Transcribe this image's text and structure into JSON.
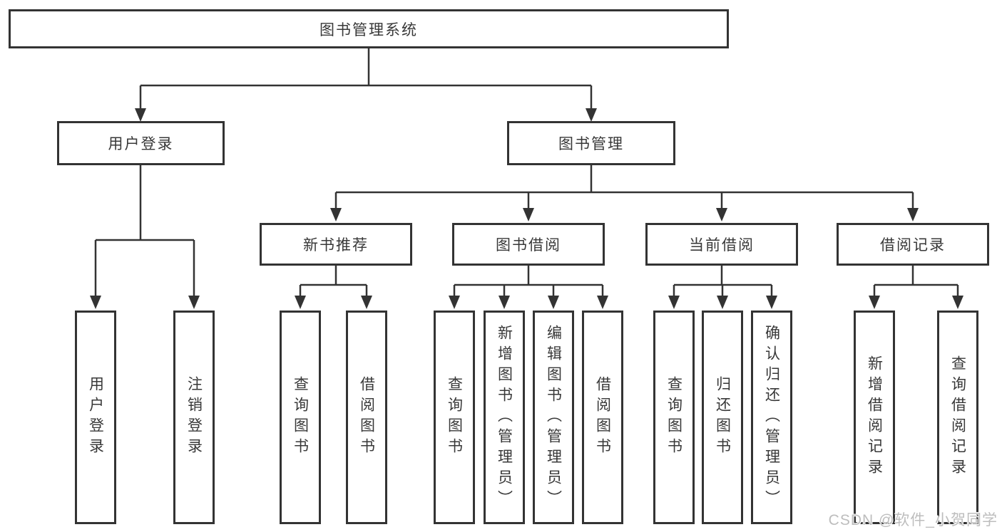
{
  "tree": {
    "root": {
      "label": "图书管理系统"
    },
    "children": [
      {
        "label": "用户登录",
        "children": [
          {
            "label": "用户登录"
          },
          {
            "label": "注销登录"
          }
        ]
      },
      {
        "label": "图书管理",
        "children": [
          {
            "label": "新书推荐",
            "children": [
              {
                "label": "查询图书"
              },
              {
                "label": "借阅图书"
              }
            ]
          },
          {
            "label": "图书借阅",
            "children": [
              {
                "label": "查询图书"
              },
              {
                "label": "新增图书（管理员）"
              },
              {
                "label": "编辑图书（管理员）"
              },
              {
                "label": "借阅图书"
              }
            ]
          },
          {
            "label": "当前借阅",
            "children": [
              {
                "label": "查询图书"
              },
              {
                "label": "归还图书"
              },
              {
                "label": "确认归还（管理员）"
              }
            ]
          },
          {
            "label": "借阅记录",
            "children": [
              {
                "label": "新增借阅记录"
              },
              {
                "label": "查询借阅记录"
              }
            ]
          }
        ]
      }
    ]
  },
  "watermark": {
    "text": "CSDN @软件_小贺同学"
  },
  "colors": {
    "line": "#333333",
    "box_border": "#333333",
    "text": "#383838",
    "watermark": "#bdbdbd",
    "background": "#ffffff"
  }
}
